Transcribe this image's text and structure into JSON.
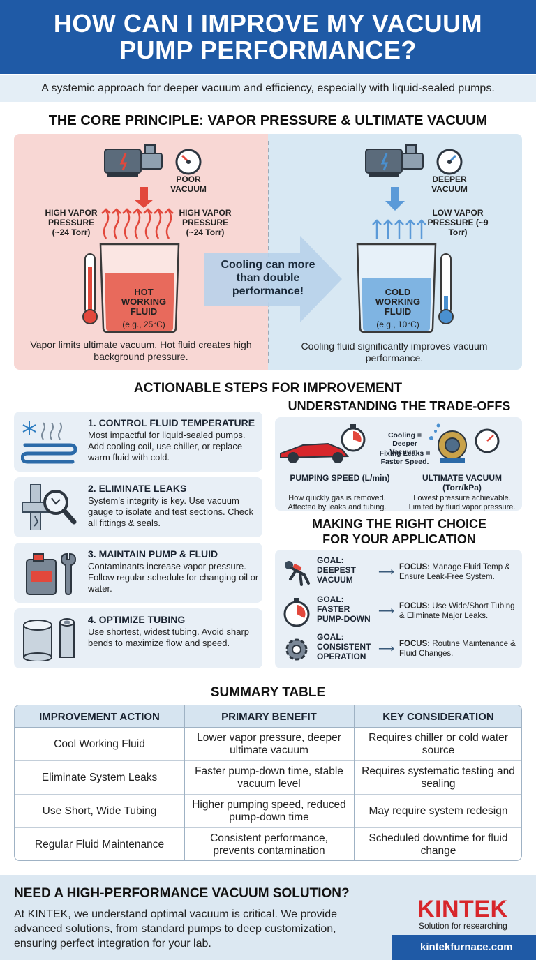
{
  "header": {
    "title": "HOW CAN I IMPROVE MY VACUUM PUMP PERFORMANCE?",
    "subtitle": "A systemic approach for deeper vacuum and efficiency, especially with liquid-sealed pumps."
  },
  "core": {
    "title": "THE CORE PRINCIPLE: VAPOR PRESSURE & ULTIMATE VACUUM",
    "left": {
      "gauge_label": "POOR VACUUM",
      "vapor_left": "HIGH VAPOR PRESSURE (~24 Torr)",
      "vapor_right": "HIGH VAPOR PRESSURE (~24 Torr)",
      "fluid_label": "HOT WORKING FLUID",
      "fluid_temp": "(e.g., 25°C)",
      "caption": "Vapor limits ultimate vacuum. Hot fluid creates high background pressure."
    },
    "arrow_text": "Cooling can more than double performance!",
    "right": {
      "gauge_label": "DEEPER VACUUM",
      "vapor": "LOW VAPOR PRESSURE (~9 Torr)",
      "fluid_label": "COLD WORKING FLUID",
      "fluid_temp": "(e.g., 10°C)",
      "caption": "Cooling fluid significantly improves vacuum performance."
    }
  },
  "steps": {
    "title": "ACTIONABLE STEPS FOR IMPROVEMENT",
    "items": [
      {
        "title": "1. CONTROL FLUID TEMPERATURE",
        "desc": "Most impactful for liquid-sealed pumps. Add cooling coil, use chiller, or replace warm fluid with cold."
      },
      {
        "title": "2. ELIMINATE LEAKS",
        "desc": "System's integrity is key. Use vacuum gauge to isolate and test sections. Check all fittings & seals."
      },
      {
        "title": "3. MAINTAIN PUMP & FLUID",
        "desc": "Contaminants increase vapor pressure. Follow regular schedule for changing oil or water."
      },
      {
        "title": "4. OPTIMIZE TUBING",
        "desc": "Use shortest, widest tubing. Avoid sharp bends to maximize flow and speed."
      }
    ]
  },
  "tradeoffs": {
    "title": "UNDERSTANDING THE TRADE-OFFS",
    "note1": "Cooling = Deeper Vacuum.",
    "note2": "Fixing Leaks = Faster Speed.",
    "speed_label": "PUMPING SPEED (L/min)",
    "speed_desc": "How quickly gas is removed. Affected by leaks and tubing.",
    "ultimate_label": "ULTIMATE VACUUM (Torr/kPa)",
    "ultimate_desc": "Lowest pressure achievable. Limited by fluid vapor pressure."
  },
  "choice": {
    "title": "MAKING THE RIGHT CHOICE FOR YOUR APPLICATION",
    "rows": [
      {
        "goal": "GOAL: DEEPEST VACUUM",
        "focus_label": "FOCUS:",
        "focus": "Manage Fluid Temp & Ensure Leak-Free System."
      },
      {
        "goal": "GOAL: FASTER PUMP-DOWN",
        "focus_label": "FOCUS:",
        "focus": "Use Wide/Short Tubing & Eliminate Major Leaks."
      },
      {
        "goal": "GOAL: CONSISTENT OPERATION",
        "focus_label": "FOCUS:",
        "focus": "Routine Maintenance & Fluid Changes."
      }
    ]
  },
  "table": {
    "title": "SUMMARY TABLE",
    "headers": [
      "IMPROVEMENT ACTION",
      "PRIMARY BENEFIT",
      "KEY CONSIDERATION"
    ],
    "rows": [
      [
        "Cool Working Fluid",
        "Lower vapor pressure, deeper ultimate vacuum",
        "Requires chiller or cold water source"
      ],
      [
        "Eliminate System Leaks",
        "Faster pump-down time, stable vacuum level",
        "Requires systematic testing and sealing"
      ],
      [
        "Use Short, Wide Tubing",
        "Higher pumping speed, reduced pump-down time",
        "May require system redesign"
      ],
      [
        "Regular Fluid Maintenance",
        "Consistent performance, prevents contamination",
        "Scheduled downtime for fluid change"
      ]
    ]
  },
  "footer": {
    "title": "NEED A HIGH-PERFORMANCE VACUUM SOLUTION?",
    "desc": "At KINTEK, we understand optimal vacuum is critical. We provide advanced solutions, from standard pumps to deep customization, ensuring perfect integration for your lab.",
    "brand": "KINTEK",
    "tagline": "Solution for researching",
    "url": "kintekfurnace.com"
  },
  "colors": {
    "primary": "#1f5aa6",
    "hot": "#e2483c",
    "cold": "#4a90d0",
    "brand_red": "#d7262b"
  }
}
